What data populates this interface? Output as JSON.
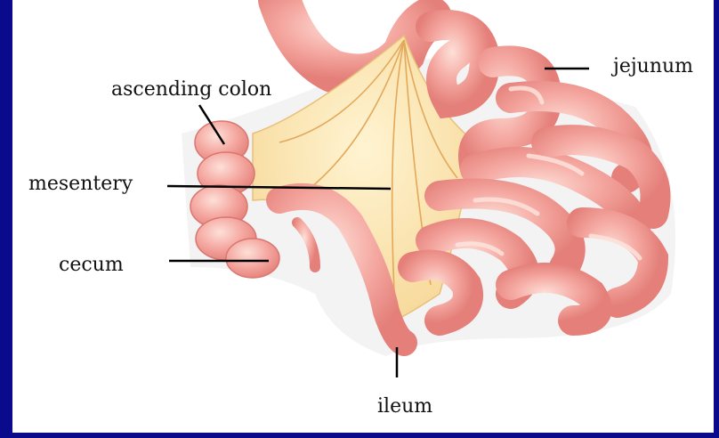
{
  "labels": {
    "ascending_colon": "ascending colon",
    "jejunum": "jejunum",
    "mesentery": "mesentery",
    "cecum": "cecum",
    "ileum": "ileum"
  },
  "colors": {
    "frame": "#0a0a8c",
    "panel": "#ffffff",
    "intestine": "#f4a7a0",
    "intestine_dark": "#e47f79",
    "mesentery": "#f8dca0",
    "leader_line": "#000000"
  }
}
